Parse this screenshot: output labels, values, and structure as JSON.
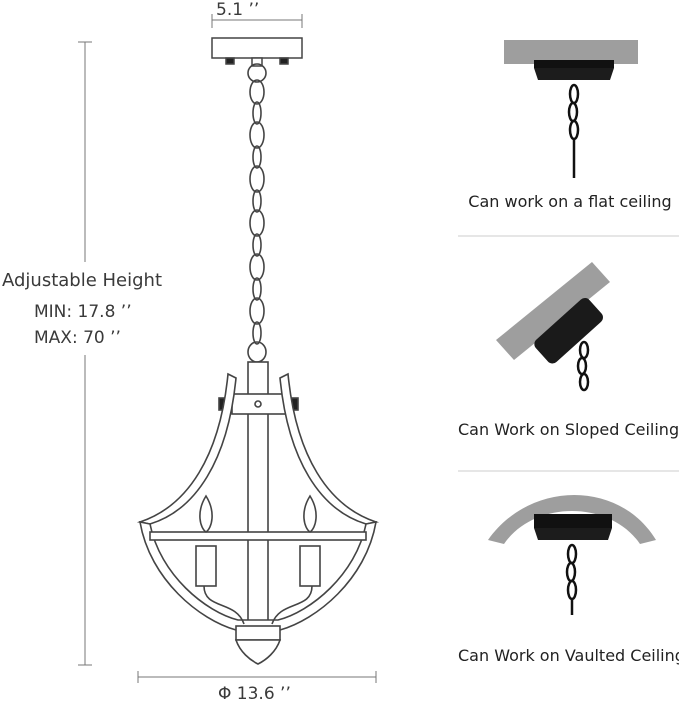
{
  "dimensions": {
    "canopy_width": "5.1 ’’",
    "adjustable_height_label": "Adjustable Height",
    "min_label": "MIN:  17.8 ’’",
    "max_label": "MAX: 70 ’’",
    "diameter_label": "Φ 13.6 ’’"
  },
  "ceiling_types": [
    {
      "caption": "Can work on a flat ceiling"
    },
    {
      "caption": "Can Work on Sloped Ceiling"
    },
    {
      "caption": "Can Work on Vaulted Ceiling"
    }
  ],
  "colors": {
    "line": "#555555",
    "fixture_fill": "#ffffff",
    "ceiling_gray": "#9a9a9a",
    "canopy_black": "#1c1c1c"
  }
}
